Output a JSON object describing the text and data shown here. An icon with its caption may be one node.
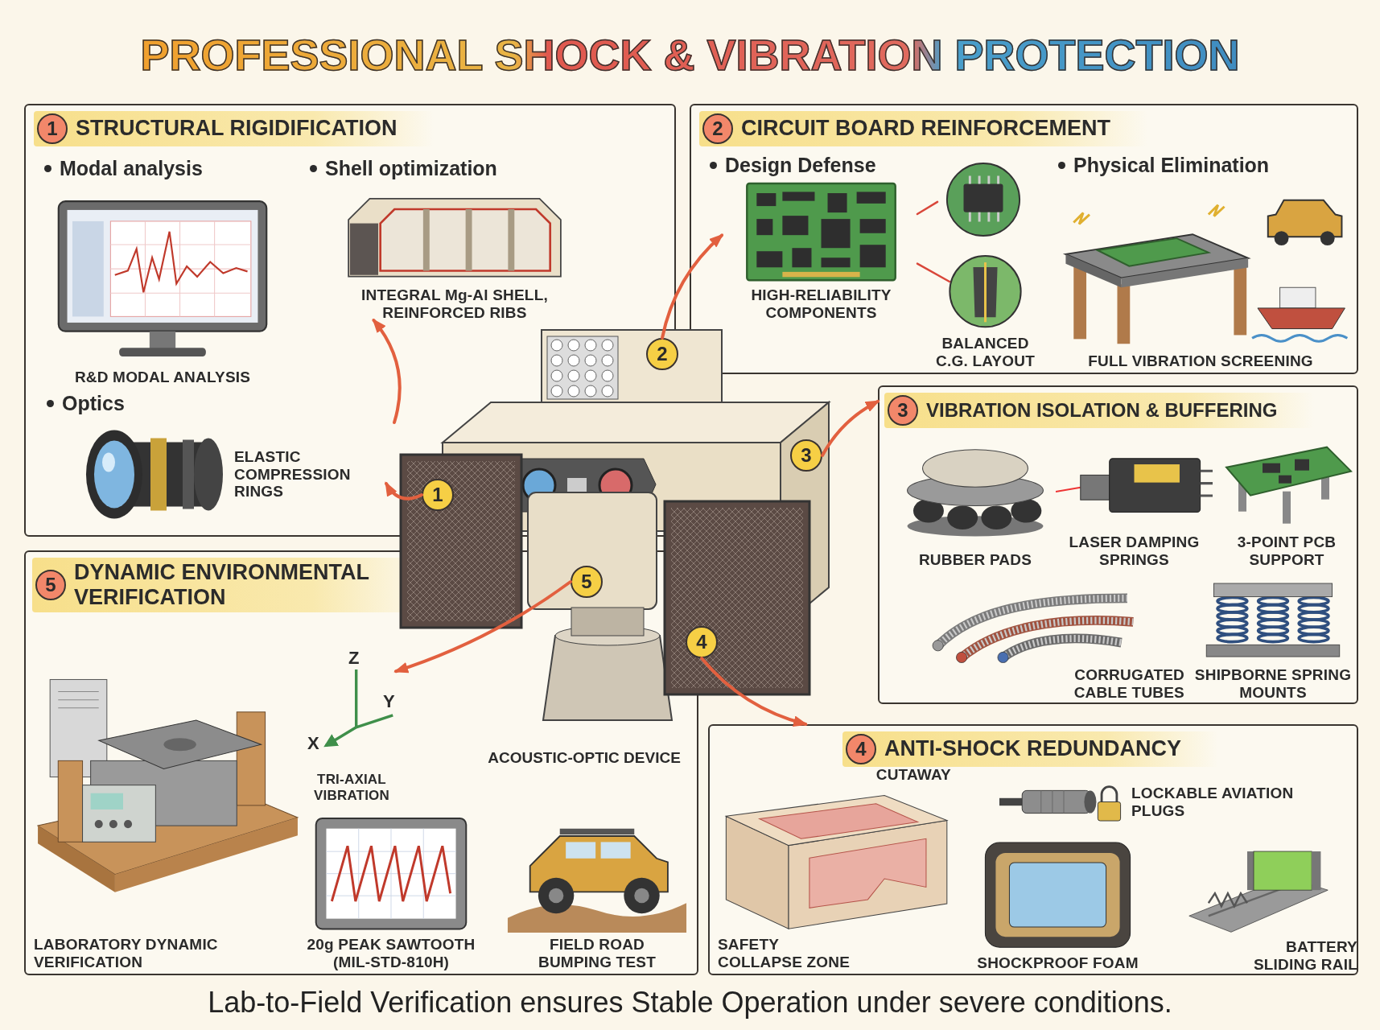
{
  "diagram": {
    "title": "PROFESSIONAL SHOCK & VIBRATION PROTECTION",
    "caption": "Lab-to-Field Verification ensures Stable Operation under severe conditions.",
    "nodes": [
      {
        "text": [
          "1",
          "STRUCTURAL RIGIDIFICATION"
        ]
      },
      {
        "text": [
          "R&D MODAL ANALYSIS"
        ],
        "in": 0
      },
      {
        "text": [
          "INTEGRAL Mg-Al SHELL, REINFORCED RIBS"
        ],
        "in": 0
      },
      {
        "text": [
          "ELASTIC COMPRESSION RINGS"
        ],
        "in": 0
      },
      {
        "text": [
          "2",
          "CIRCUIT BOARD REINFORCEMENT"
        ]
      },
      {
        "text": [
          "HIGH-RELIABILITY COMPONENTS"
        ],
        "in": 4
      },
      {
        "text": [],
        "shape": "circle",
        "in": 4
      },
      {
        "text": [
          "BALANCED C.G. LAYOUT"
        ],
        "in": 4
      },
      {
        "text": [
          "FULL VIBRATION SCREENING"
        ],
        "in": 4
      },
      {
        "text": [
          "3",
          "VIBRATION ISOLATION & BUFFERING"
        ]
      },
      {
        "text": [
          "RUBBER PADS"
        ],
        "in": 9
      },
      {
        "text": [
          "LASER DAMPING SPRINGS"
        ],
        "in": 9
      },
      {
        "text": [
          "3-POINT PCB SUPPORT"
        ],
        "in": 9
      },
      {
        "text": [
          "CORRUGATED CABLE TUBES"
        ],
        "in": 9
      },
      {
        "text": [
          "SHIPBORNE SPRING MOUNTS"
        ],
        "in": 9
      },
      {
        "text": [],
        "shape": "picture",
        "beside": [
          "ACOUSTIC-OPTIC DEVICE"
        ]
      },
      {
        "text": [
          "1"
        ]
      },
      {
        "text": [
          "2"
        ]
      },
      {
        "text": [
          "3"
        ],
        "in": 15
      },
      {
        "text": [
          "4"
        ],
        "in": 15
      },
      {
        "text": [
          "5"
        ]
      },
      {
        "text": [
          "5",
          "DYNAMIC ENVIRONMENTAL VERIFICATION"
        ]
      },
      {
        "text": [
          "LABORATORY DYNAMIC VERIFICATION"
        ],
        "in": 21
      },
      {
        "text": [
          "TRI-AXIAL VIBRATION"
        ],
        "in": 21
      },
      {
        "text": [
          "20g PEAK SAWTOOTH (MIL-STD-810H)"
        ],
        "in": 21
      },
      {
        "text": [
          "FIELD ROAD BUMPING TEST"
        ],
        "in": 21
      },
      {
        "text": [
          "4",
          "ANTI-SHOCK REDUNDANCY"
        ]
      },
      {
        "text": [
          "CUTAWAY",
          "SAFETY COLLAPSE ZONE"
        ],
        "in": 26
      },
      {
        "text": [
          "LOCKABLE AVIATION PLUGS"
        ],
        "in": 26
      },
      {
        "text": [
          "SHOCKPROOF FOAM"
        ],
        "in": 26
      },
      {
        "text": [
          "BATTERY SLIDING RAIL"
        ],
        "in": 26
      }
    ],
    "edges": [
      {
        "from": 16,
        "to": 3,
        "arrow": "to"
      },
      {
        "from": 15,
        "to": 2,
        "arrow": "to"
      },
      {
        "from": 17,
        "to": 5,
        "arrow": "to"
      },
      {
        "from": 18,
        "to": 9,
        "arrow": "to"
      },
      {
        "from": 19,
        "to": 26,
        "arrow": "to"
      },
      {
        "from": 20,
        "to": 23,
        "arrow": "to"
      },
      {
        "from": 5,
        "to": 6,
        "arrow": "none",
        "color": "#d9473a"
      },
      {
        "from": 5,
        "to": 7,
        "arrow": "none",
        "color": "#d9473a"
      }
    ],
    "labels": [
      "Modal analysis",
      "Shell optimization",
      "Optics",
      "Design Defense",
      "Physical Elimination",
      "Z",
      "X",
      "Y"
    ]
  }
}
